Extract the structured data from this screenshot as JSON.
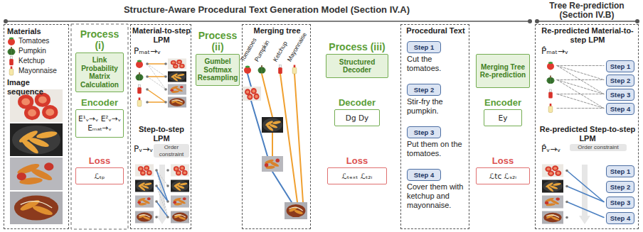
{
  "diagram": {
    "nodes": [
      {
        "text": [
          "Materials",
          "Image sequence"
        ]
      },
      {
        "text": [
          "Process (i)",
          "Link Probability Matrix Calculation"
        ]
      },
      {
        "text": [
          "Encoder",
          "E¹ᵥ→ᵥ E²ᵥ→ᵥ Eₘₐₜ→ᵥ"
        ]
      },
      {
        "text": [
          "Loss",
          "ℒₜₚ"
        ]
      },
      {
        "text": [
          "Material-to-step LPM",
          "Pₘₐₜ→ᵥ",
          "Step-to-step LPM",
          "Pᵥ→ᵥ",
          "Order constraint"
        ]
      },
      {
        "text": [
          "Process (ii)",
          "Gumbel Softmax Resampling"
        ]
      },
      {
        "text": [
          "Merging tree"
        ]
      },
      {
        "text": [
          "Process (iii)",
          "Structured Decoder"
        ]
      },
      {
        "text": [
          "Decoder",
          "Dg Dy"
        ]
      },
      {
        "text": [
          "Loss",
          "ℒₜₑₓₜ ℒₜ₂ᵢ"
        ]
      },
      {
        "text": [
          "Procedural Text"
        ]
      },
      {
        "text": [
          "Step 1",
          "Cut the tomatoes."
        ],
        "in": 10
      },
      {
        "text": [
          "Step 2",
          "Stir-fry the pumpkin."
        ],
        "in": 10
      },
      {
        "text": [
          "Step 3",
          "Put them on the tomatoes."
        ],
        "in": 10
      },
      {
        "text": [
          "Step 4",
          "Cover them with ketchup and mayonnaise."
        ],
        "in": 10
      },
      {
        "text": [
          "Merging Tree Re-prediction"
        ]
      },
      {
        "text": [
          "Encoder",
          "Ey"
        ]
      },
      {
        "text": [
          "Loss",
          "ℒtc ℒₛ₂ᵢ"
        ]
      },
      {
        "text": [
          "Re-predicted Material-to-step LPM",
          "P̂ₘₐₜ→ᵥ",
          "Re-predicted Step-to-step LPM",
          "P̂ᵥ→ᵥ",
          "Order constraint"
        ]
      },
      {
        "text": [
          "Step 1"
        ],
        "in": 18
      },
      {
        "text": [
          "Step 2"
        ],
        "in": 18
      },
      {
        "text": [
          "Step 3"
        ],
        "in": 18
      },
      {
        "text": [
          "Step 4"
        ],
        "in": 18
      },
      {
        "text": [
          "Step 1"
        ],
        "in": 18
      },
      {
        "text": [
          "Step 2"
        ],
        "in": 18
      },
      {
        "text": [
          "Step 3"
        ],
        "in": 18
      },
      {
        "text": [
          "Step 4"
        ],
        "in": 18
      }
    ],
    "labels": [
      "Structure-Aware Procedural Text Generation Model (Section IV.A)",
      "Tree Re-prediction (Section IV.B)",
      "Tomatoes",
      "Pumpkin",
      "Ketchup",
      "Mayonnaise",
      "Tomatoes",
      "Pumpkin",
      "Ketchup",
      "Mayonnaise"
    ]
  }
}
